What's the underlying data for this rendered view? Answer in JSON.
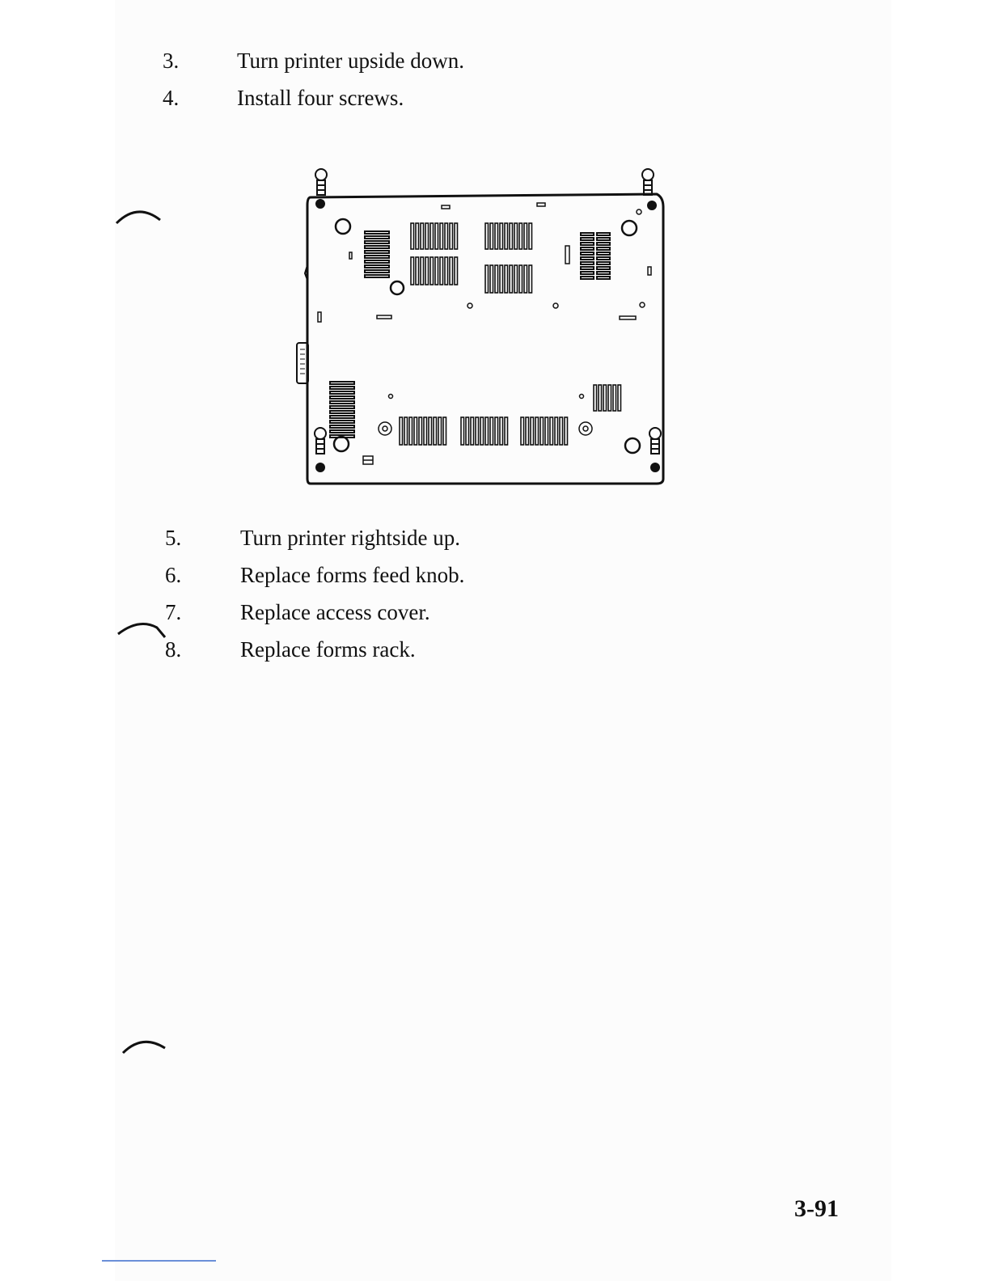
{
  "steps_before": [
    {
      "number": "3.",
      "text": "Turn printer upside down."
    },
    {
      "number": "4.",
      "text": "Install four screws."
    }
  ],
  "steps_after": [
    {
      "number": "5.",
      "text": "Turn printer rightside up."
    },
    {
      "number": "6.",
      "text": "Replace forms feed knob."
    },
    {
      "number": "7.",
      "text": "Replace access cover."
    },
    {
      "number": "8.",
      "text": "Replace forms rack."
    }
  ],
  "page_number": "3-91",
  "figure": {
    "icon": "printer-bottom-diagram",
    "screw_icon": "screw-icon"
  },
  "colors": {
    "ink": "#111111",
    "rule": "#6a8fd8"
  }
}
